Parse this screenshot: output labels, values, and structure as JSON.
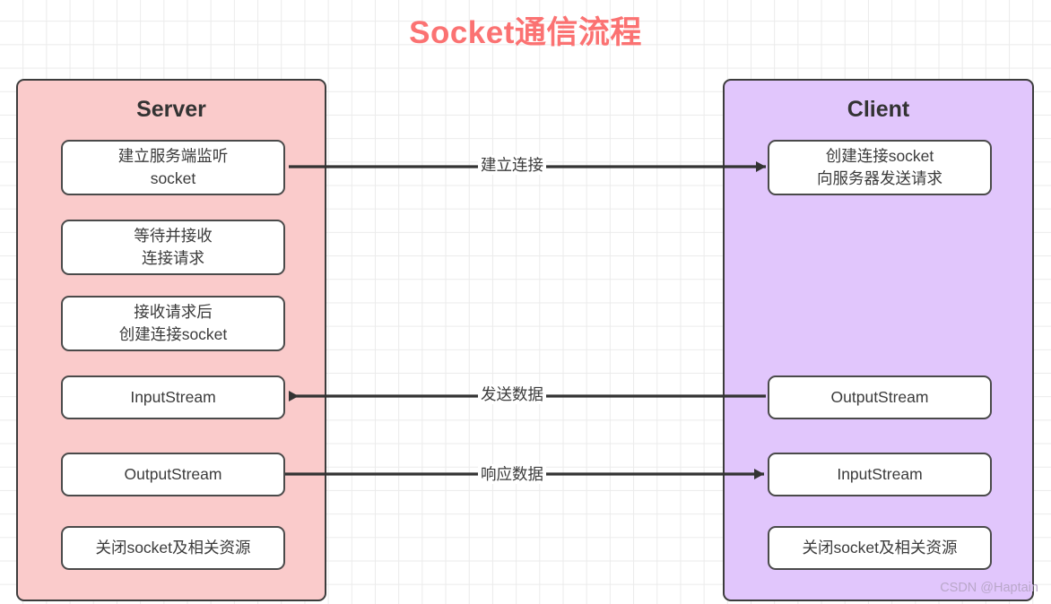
{
  "title": "Socket通信流程",
  "colors": {
    "title": "#fb7272",
    "server_fill": "#facbcb",
    "client_fill": "#e1c6fc",
    "box_fill": "#ffffff",
    "stroke": "#3c3c3c",
    "text": "#3b3b3b",
    "grid": "#ebebeb",
    "watermark": "#b9a7c9"
  },
  "server": {
    "title": "Server",
    "steps": [
      {
        "line1": "建立服务端监听",
        "line2": "socket"
      },
      {
        "line1": "等待并接收",
        "line2": "连接请求"
      },
      {
        "line1": "接收请求后",
        "line2": "创建连接socket"
      },
      {
        "line1": "InputStream",
        "line2": ""
      },
      {
        "line1": "OutputStream",
        "line2": ""
      },
      {
        "line1": "关闭socket及相关资源",
        "line2": ""
      }
    ]
  },
  "client": {
    "title": "Client",
    "steps": [
      {
        "line1": "创建连接socket",
        "line2": "向服务器发送请求"
      },
      {
        "line1": "OutputStream",
        "line2": ""
      },
      {
        "line1": "InputStream",
        "line2": ""
      },
      {
        "line1": "关闭socket及相关资源",
        "line2": ""
      }
    ]
  },
  "connectors": [
    {
      "label": "建立连接",
      "direction": "right-to-left",
      "from": "client-create-socket",
      "to": "server-listen-socket"
    },
    {
      "label": "发送数据",
      "direction": "right-to-left",
      "from": "client-output-stream",
      "to": "server-input-stream"
    },
    {
      "label": "响应数据",
      "direction": "left-to-right",
      "from": "server-output-stream",
      "to": "client-input-stream"
    }
  ],
  "watermark": "CSDN @Haptain"
}
